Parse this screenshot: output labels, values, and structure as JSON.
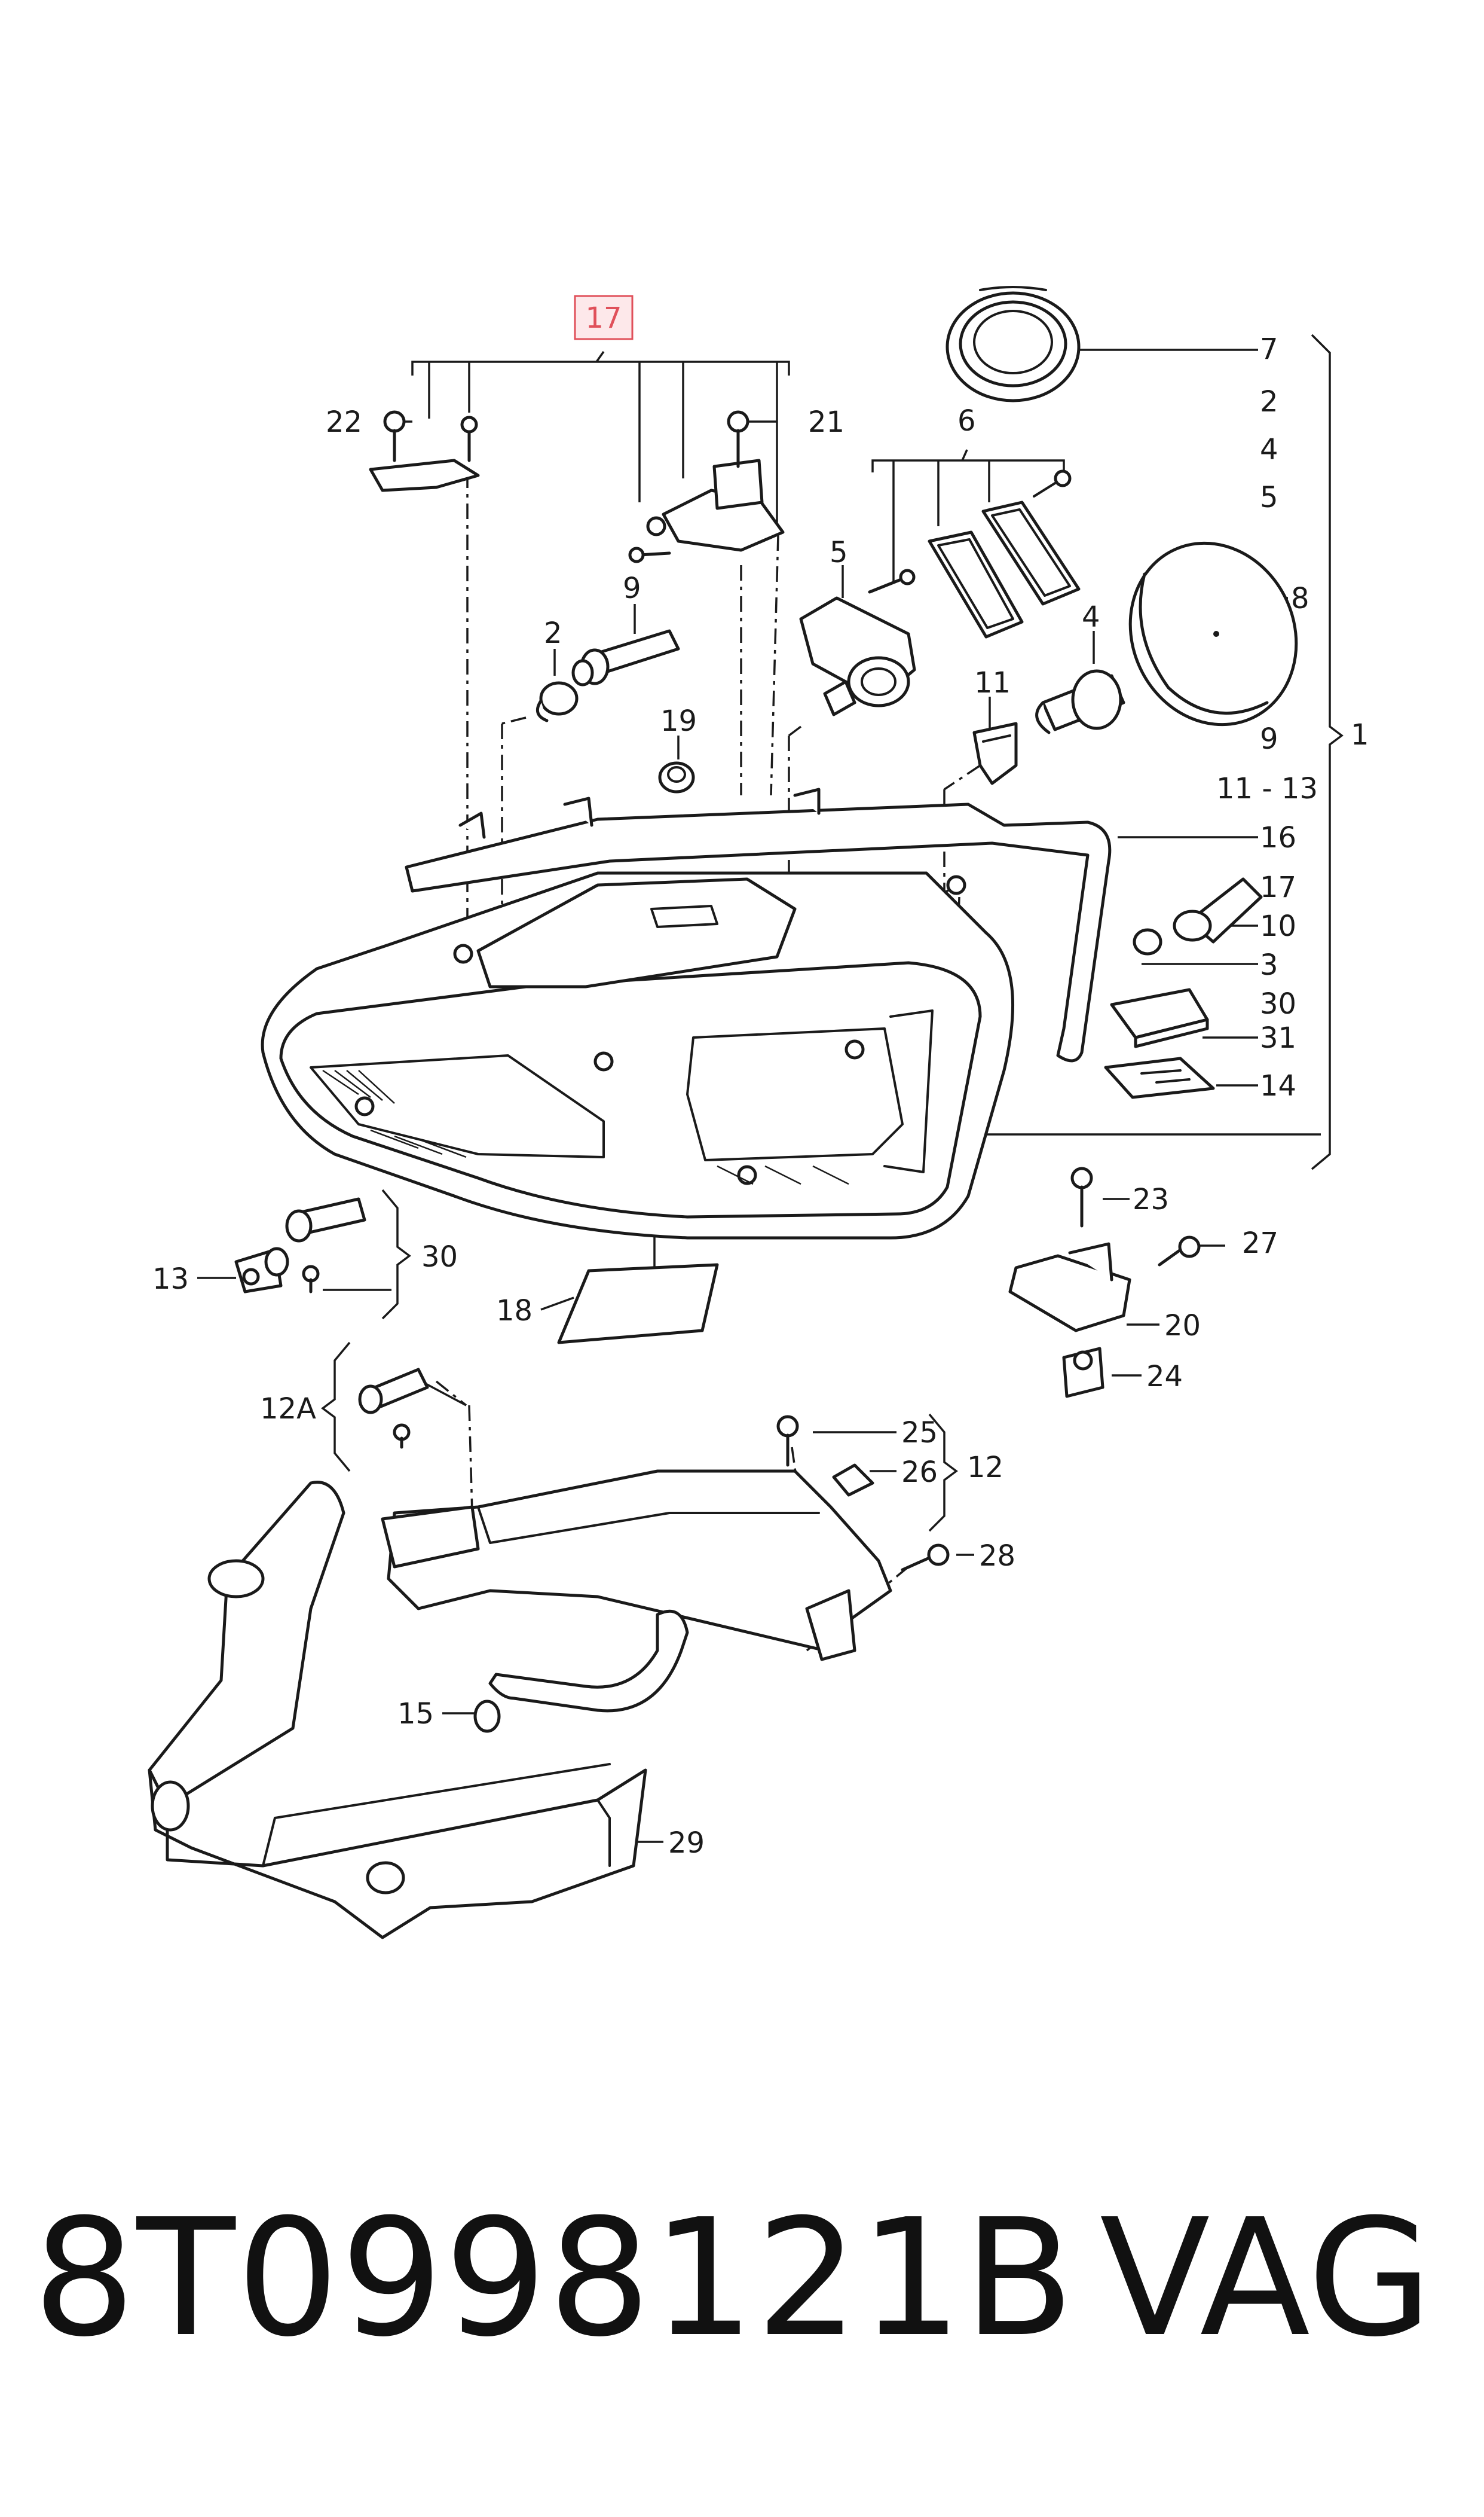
{
  "callouts": {
    "c17top": "17",
    "c22": "22",
    "c21": "21",
    "c6": "6",
    "c5": "5",
    "c9": "9",
    "c2": "2",
    "c19": "19",
    "c4": "4",
    "c11": "11",
    "r7": "7",
    "r2": "2",
    "r4": "4",
    "r5": "5",
    "r8": "8",
    "r9": "9",
    "r1": "1",
    "r1113": "11 - 13",
    "r16": "16",
    "r17": "17",
    "r10": "10",
    "r3": "3",
    "r30": "30",
    "r31": "31",
    "r14": "14",
    "c13": "13",
    "c30": "30",
    "c18": "18",
    "c23": "23",
    "c27": "27",
    "c20": "20",
    "c24": "24",
    "c12A": "12A",
    "c25": "25",
    "c26": "26",
    "c12": "12",
    "c28": "28",
    "c15": "15",
    "c29": "29"
  },
  "highlight_color": "#e0505a",
  "footer": {
    "part_number": "8T0998121B",
    "brand": "VAG"
  }
}
